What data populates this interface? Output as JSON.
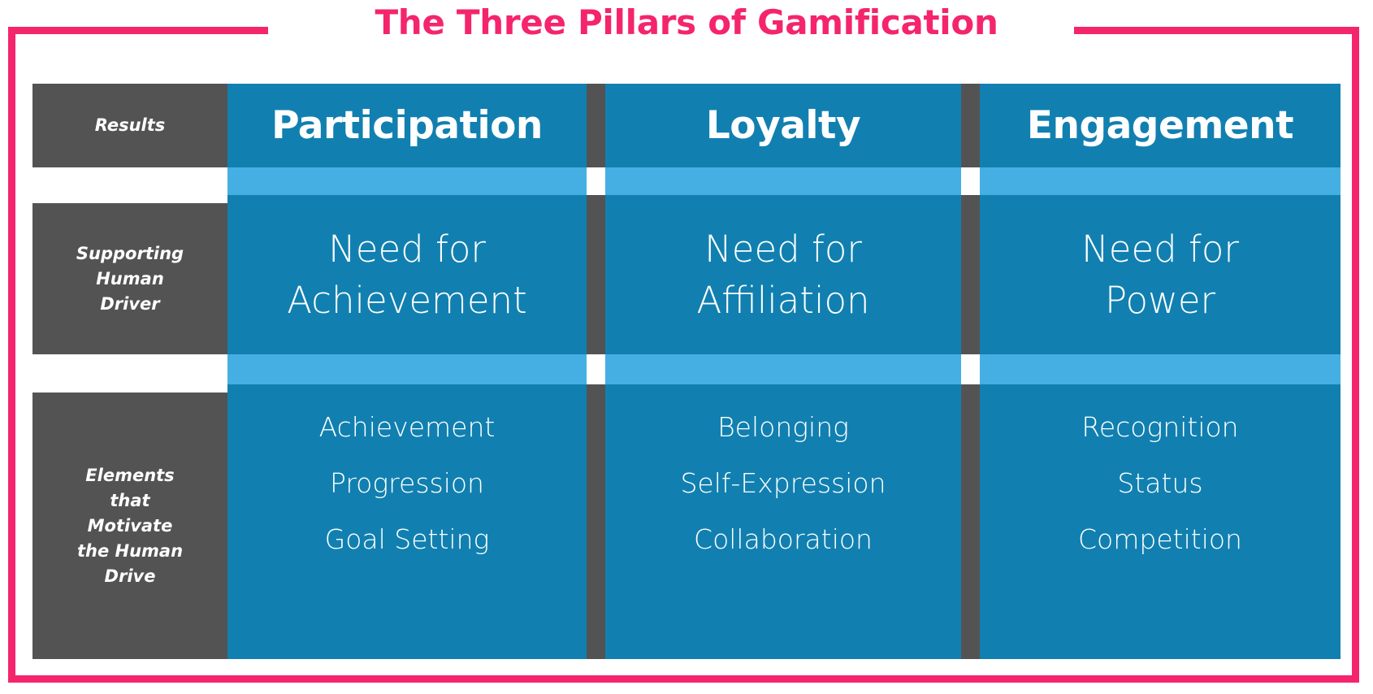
{
  "title": "The Three Pillars of Gamification",
  "colors": {
    "accent_pink": "#F4256C",
    "blue": "#1180B0",
    "light_blue": "#45AFE3",
    "dark_gray": "#535353",
    "white": "#FFFFFF"
  },
  "row_labels": {
    "results": "Results",
    "driver": "Supporting\nHuman\nDriver",
    "driver_lines": [
      "Supporting",
      "Human",
      "Driver"
    ],
    "elements": "Elements that Motivate the Human Drive",
    "elements_lines": [
      "Elements",
      "that",
      "Motivate",
      "the Human",
      "Drive"
    ]
  },
  "columns": [
    {
      "id": "participation",
      "header": "Participation",
      "driver_lines": [
        "Need for",
        "Achievement"
      ],
      "driver": "Need for Achievement",
      "elements": [
        "Achievement",
        "Progression",
        "Goal Setting"
      ]
    },
    {
      "id": "loyalty",
      "header": "Loyalty",
      "driver_lines": [
        "Need for",
        "Affiliation"
      ],
      "driver": "Need for Affiliation",
      "elements": [
        "Belonging",
        "Self-Expression",
        "Collaboration"
      ]
    },
    {
      "id": "engagement",
      "header": "Engagement",
      "driver_lines": [
        "Need for",
        "Power"
      ],
      "driver": "Need for Power",
      "elements": [
        "Recognition",
        "Status",
        "Competition"
      ]
    }
  ]
}
